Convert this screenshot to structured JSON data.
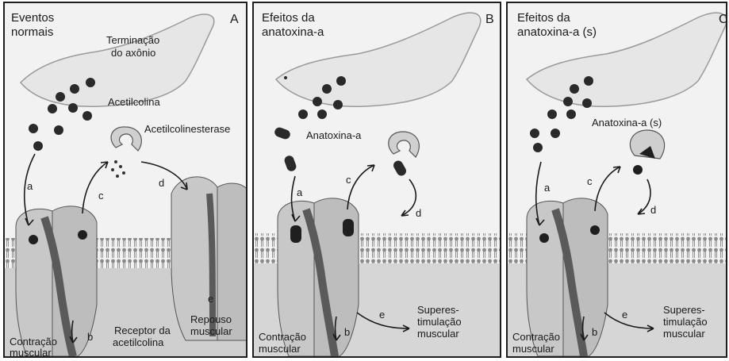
{
  "panels": [
    {
      "letter": "A",
      "title_line1": "Eventos",
      "title_line2": "normais",
      "axon_line1": "Terminação",
      "axon_line2": "do axônio",
      "acetylcholine": "Acetilcolina",
      "enzyme": "Acetilcolinesterase",
      "arrows": [
        "a",
        "b",
        "c",
        "d",
        "e"
      ],
      "contraction_line1": "Contração",
      "contraction_line2": "muscular",
      "receptor_line1": "Receptor da",
      "receptor_line2": "acetilcolina",
      "rest_line1": "Repouso",
      "rest_line2": "muscular"
    },
    {
      "letter": "B",
      "title_line1": "Efeitos da",
      "title_line2": "anatoxina-a",
      "toxin": "Anatoxina-a",
      "arrows": [
        "a",
        "b",
        "c",
        "d",
        "e"
      ],
      "contraction_line1": "Contração",
      "contraction_line2": "muscular",
      "effect_line1": "Superes-",
      "effect_line2": "timulação",
      "effect_line3": "muscular"
    },
    {
      "letter": "C",
      "title_line1": "Efeitos da",
      "title_line2": "anatoxina-a (s)",
      "toxin": "Anatoxina-a (s)",
      "arrows": [
        "a",
        "b",
        "c",
        "d",
        "e"
      ],
      "contraction_line1": "Contração",
      "contraction_line2": "muscular",
      "effect_line1": "Superes-",
      "effect_line2": "timulação",
      "effect_line3": "muscular"
    }
  ]
}
